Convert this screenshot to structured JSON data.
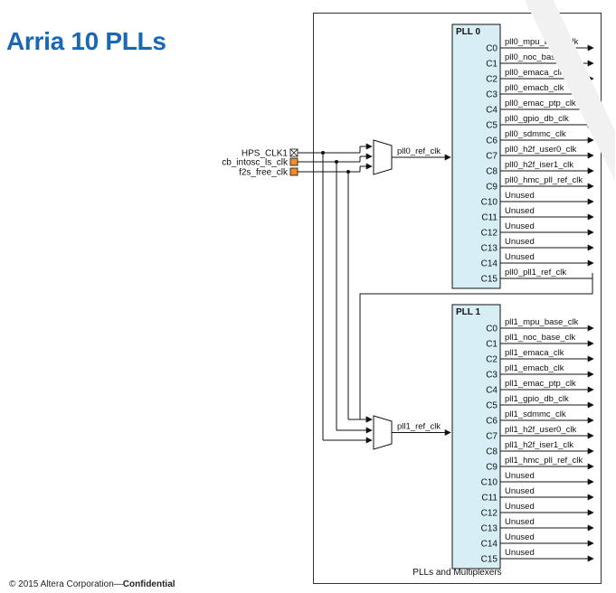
{
  "slide": {
    "title": "Arria 10 PLLs",
    "footer_prefix": "© 2015 Altera Corporation—",
    "footer_bold": "Confidential"
  },
  "diagram": {
    "caption": "PLLs and Multiplexers",
    "inputs": [
      "HPS_CLK1",
      "cb_intosc_ls_clk",
      "f2s_free_clk"
    ],
    "mux_labels": [
      "pll0_ref_clk",
      "pll1_ref_clk"
    ],
    "plls": [
      {
        "title": "PLL 0",
        "ports": [
          "C0",
          "C1",
          "C2",
          "C3",
          "C4",
          "C5",
          "C6",
          "C7",
          "C8",
          "C9",
          "C10",
          "C11",
          "C12",
          "C13",
          "C14",
          "C15"
        ],
        "outputs": [
          "pll0_mpu_base_clk",
          "pll0_noc_base_clk",
          "pll0_emaca_clk",
          "pll0_emacb_clk",
          "pll0_emac_ptp_clk",
          "pll0_gpio_db_clk",
          "pll0_sdmmc_clk",
          "pll0_h2f_user0_clk",
          "pll0_h2f_iser1_clk",
          "pll0_hmc_pll_ref_clk",
          "Unused",
          "Unused",
          "Unused",
          "Unused",
          "Unused",
          "pll0_pll1_ref_clk"
        ]
      },
      {
        "title": "PLL 1",
        "ports": [
          "C0",
          "C1",
          "C2",
          "C3",
          "C4",
          "C5",
          "C6",
          "C7",
          "C8",
          "C9",
          "C10",
          "C11",
          "C12",
          "C13",
          "C14",
          "C15"
        ],
        "outputs": [
          "pll1_mpu_base_clk",
          "pll1_noc_base_clk",
          "pll1_emaca_clk",
          "pll1_emacb_clk",
          "pll1_emac_ptp_clk",
          "pll1_gpio_db_clk",
          "pll1_sdmmc_clk",
          "pll1_h2f_user0_clk",
          "pll1_h2f_iser1_clk",
          "pll1_hmc_pll_ref_clk",
          "Unused",
          "Unused",
          "Unused",
          "Unused",
          "Unused",
          "Unused"
        ]
      }
    ]
  },
  "colors": {
    "title": "#1a67b3",
    "pll_fill": "#d7eef5",
    "input_square": "#f28c28",
    "line": "#111111"
  }
}
